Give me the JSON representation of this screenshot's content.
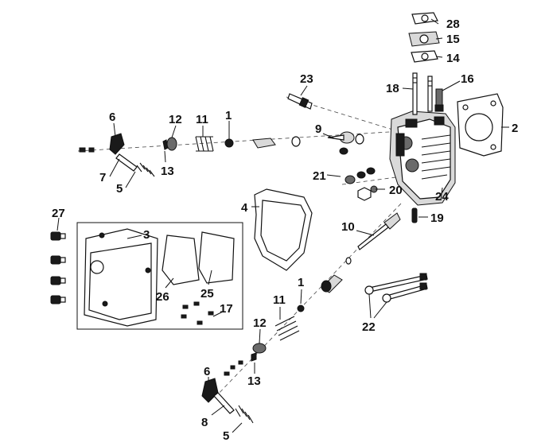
{
  "callouts": {
    "c28": "28",
    "c15": "15",
    "c14": "14",
    "c23": "23",
    "c16": "16",
    "c18": "18",
    "c2": "2",
    "c6a": "6",
    "c12a": "12",
    "c11a": "11",
    "c1a": "1",
    "c9": "9",
    "c13a": "13",
    "c7": "7",
    "c5a": "5",
    "c21": "21",
    "c20": "20",
    "c24": "24",
    "c4": "4",
    "c19": "19",
    "c27": "27",
    "c3": "3",
    "c10": "10",
    "c26": "26",
    "c25": "25",
    "c17": "17",
    "c1b": "1",
    "c11b": "11",
    "c12b": "12",
    "c22": "22",
    "c6b": "6",
    "c13b": "13",
    "c8": "8",
    "c5b": "5"
  }
}
